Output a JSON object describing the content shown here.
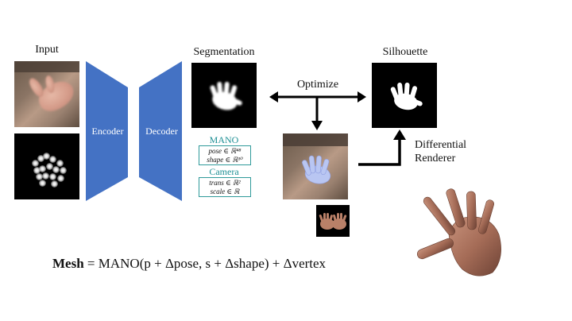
{
  "labels": {
    "input": "Input",
    "segmentation": "Segmentation",
    "silhouette": "Silhouette",
    "encoder": "Encoder",
    "decoder": "Decoder",
    "optimize": "Optimize",
    "differential": "Differential",
    "renderer": "Renderer"
  },
  "mano_box": {
    "title": "MANO",
    "pose": "pose ∈ ℝ⁴⁸",
    "shape": "shape ∈ ℝ¹⁰"
  },
  "camera_box": {
    "title": "Camera",
    "trans": "trans ∈ ℝ²",
    "scale": "scale ∈ ℝ"
  },
  "formula": {
    "lhs": "Mesh",
    "rhs": " = MANO(p + Δpose, s + Δshape) + Δvertex"
  },
  "colors": {
    "network_blue": "#4472c4",
    "teal": "#1d8f94",
    "skin": "#a06a55"
  }
}
